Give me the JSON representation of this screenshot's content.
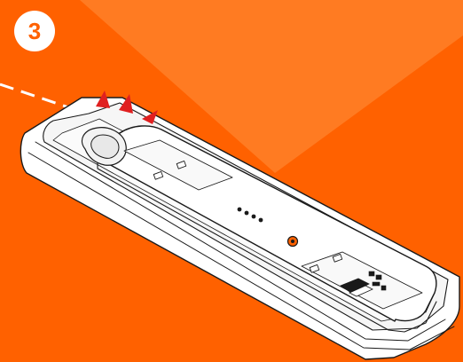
{
  "step": {
    "number": "3"
  },
  "colors": {
    "background": "#ff6100",
    "background_light_band": "#ff7b22",
    "outline": "#1a1a1a",
    "device_fill": "#ffffff",
    "arrow": "#e02020"
  },
  "icons": [
    "step-number-badge",
    "insertion-guide-dashed-line",
    "direction-arrows",
    "indicator-dots",
    "orange-button",
    "label-panel"
  ]
}
